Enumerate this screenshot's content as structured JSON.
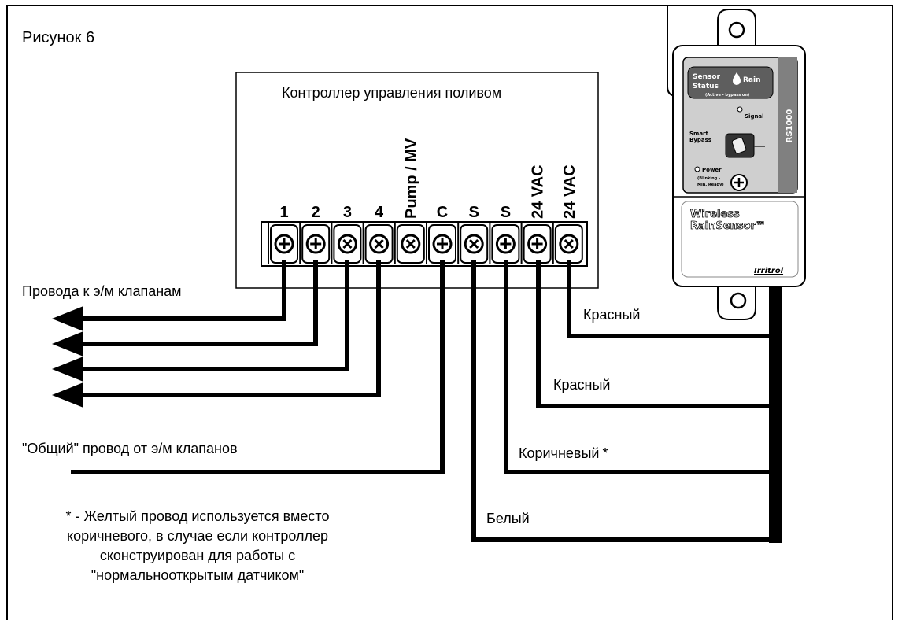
{
  "figure": {
    "label": "Рисунок 6"
  },
  "controller": {
    "title": "Контроллер управления поливом"
  },
  "terminals": [
    {
      "label": "1",
      "screw": "plus"
    },
    {
      "label": "2",
      "screw": "plus"
    },
    {
      "label": "3",
      "screw": "cross"
    },
    {
      "label": "4",
      "screw": "cross"
    },
    {
      "label": "Pump / MV",
      "screw": "cross"
    },
    {
      "label": "C",
      "screw": "plus"
    },
    {
      "label": "S",
      "screw": "cross"
    },
    {
      "label": "S",
      "screw": "plus"
    },
    {
      "label": "24 VAC",
      "screw": "plus"
    },
    {
      "label": "24 VAC",
      "screw": "cross"
    }
  ],
  "wires": {
    "valves": "Провода к э/м клапанам",
    "common": "\"Общий\" провод от э/м клапанов",
    "red_1": "Красный",
    "red_2": "Красный",
    "brown": "Коричневый",
    "brown_mark": "*",
    "white": "Белый"
  },
  "sensor": {
    "status_line1": "Sensor",
    "status_line2": "Status",
    "status_rain": "Rain",
    "status_sub": "(Active - bypass on)",
    "signal": "Signal",
    "smart_line1": "Smart",
    "smart_line2": "Bypass",
    "power_line1": "Power",
    "power_line2": "(Blinking -",
    "power_line3": "Min. Ready)",
    "model": "RS1000",
    "product_line1": "Wireless",
    "product_line2": "RainSensor™",
    "brand": "Irritrol"
  },
  "footnote": {
    "line1": "* - Желтый провод используется вместо",
    "line2": "коричневого, в случае если контроллер",
    "line3": "сконструирован для работы с",
    "line4": "\"нормальнооткрытым датчиком\""
  }
}
